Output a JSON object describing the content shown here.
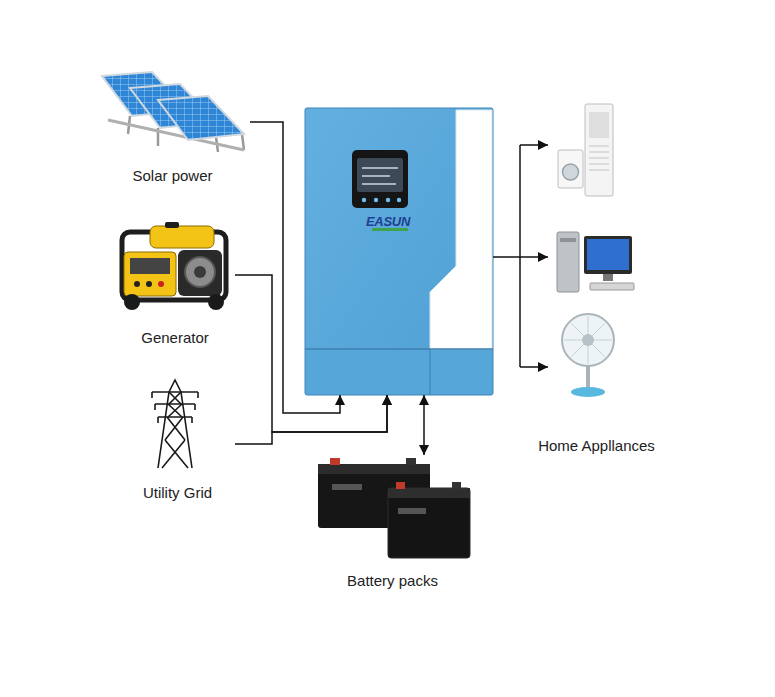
{
  "diagram": {
    "nodes": [
      {
        "text": [
          "Solar power"
        ]
      },
      {
        "text": [
          "Generator"
        ]
      },
      {
        "text": [
          "Utility Grid"
        ]
      },
      {
        "text": [
          "EASUN"
        ]
      },
      {
        "text": [
          "Battery packs"
        ]
      },
      {
        "text": [
          "Home Appllances"
        ]
      }
    ],
    "edges": [
      {
        "from": 0,
        "to": 3,
        "arrow": "to"
      },
      {
        "from": 1,
        "to": 3,
        "arrow": "to"
      },
      {
        "from": 2,
        "to": 3,
        "arrow": "to"
      },
      {
        "from": 3,
        "to": 4,
        "arrow": "both"
      },
      {
        "from": 3,
        "to": 5,
        "arrow": "to"
      }
    ]
  }
}
